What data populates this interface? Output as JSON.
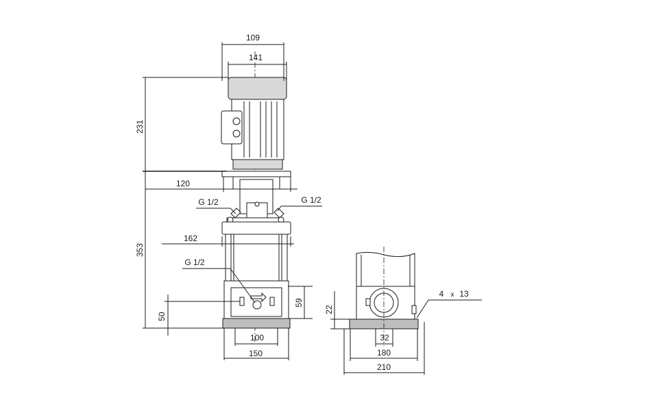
{
  "dimensions": {
    "d109": "109",
    "d141": "141",
    "d231": "231",
    "d120": "120",
    "g12_left": "G 1/2",
    "g12_right": "G 1/2",
    "d162": "162",
    "d353": "353",
    "g12_drain": "G 1/2",
    "d59": "59",
    "d50": "50",
    "d100": "100",
    "d150": "150",
    "d22": "22",
    "d32": "32",
    "d180": "180",
    "d210": "210",
    "holes_count": "4",
    "holes_x": "x",
    "holes_dia": "13"
  }
}
